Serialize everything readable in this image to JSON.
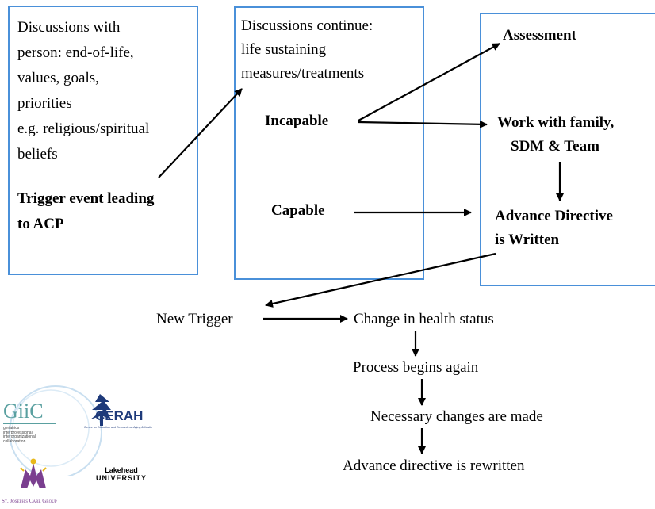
{
  "box1": {
    "lines": [
      "Discussions with",
      "person: end-of-life,",
      "values, goals,",
      "priorities",
      "e.g. religious/spiritual",
      "beliefs"
    ],
    "trigger_line1": "Trigger event leading",
    "trigger_line2": "to ACP"
  },
  "box2": {
    "lines": [
      "Discussions continue:",
      "life sustaining",
      "measures/treatments"
    ],
    "incapable": "Incapable",
    "capable": "Capable"
  },
  "box3": {
    "assessment": "Assessment",
    "work_line1": "Work with family,",
    "work_line2": "SDM & Team",
    "advance_line1": "Advance Directive",
    "advance_line2": "is Written"
  },
  "flow": {
    "new_trigger": "New Trigger",
    "change": "Change in health status",
    "process": "Process begins again",
    "necessary": "Necessary changes are made",
    "rewritten": "Advance directive is rewritten"
  },
  "logos": {
    "giic": "GiiC",
    "giic_sub": [
      "geriatrics",
      "interprofessional",
      "interorganizational",
      "collaboration"
    ],
    "cerah": "CERAH",
    "cerah_sub": "Centre for Education and Research on Aging & Health",
    "lakehead_1": "Lakehead",
    "lakehead_2": "UNIVERSITY",
    "stjoseph": "St. Joseph's Care Group"
  },
  "colors": {
    "box_border": "#4a90d9",
    "giic": "#5aa0a0",
    "cerah": "#1e3a7a",
    "stjoseph": "#7a3f8f"
  }
}
